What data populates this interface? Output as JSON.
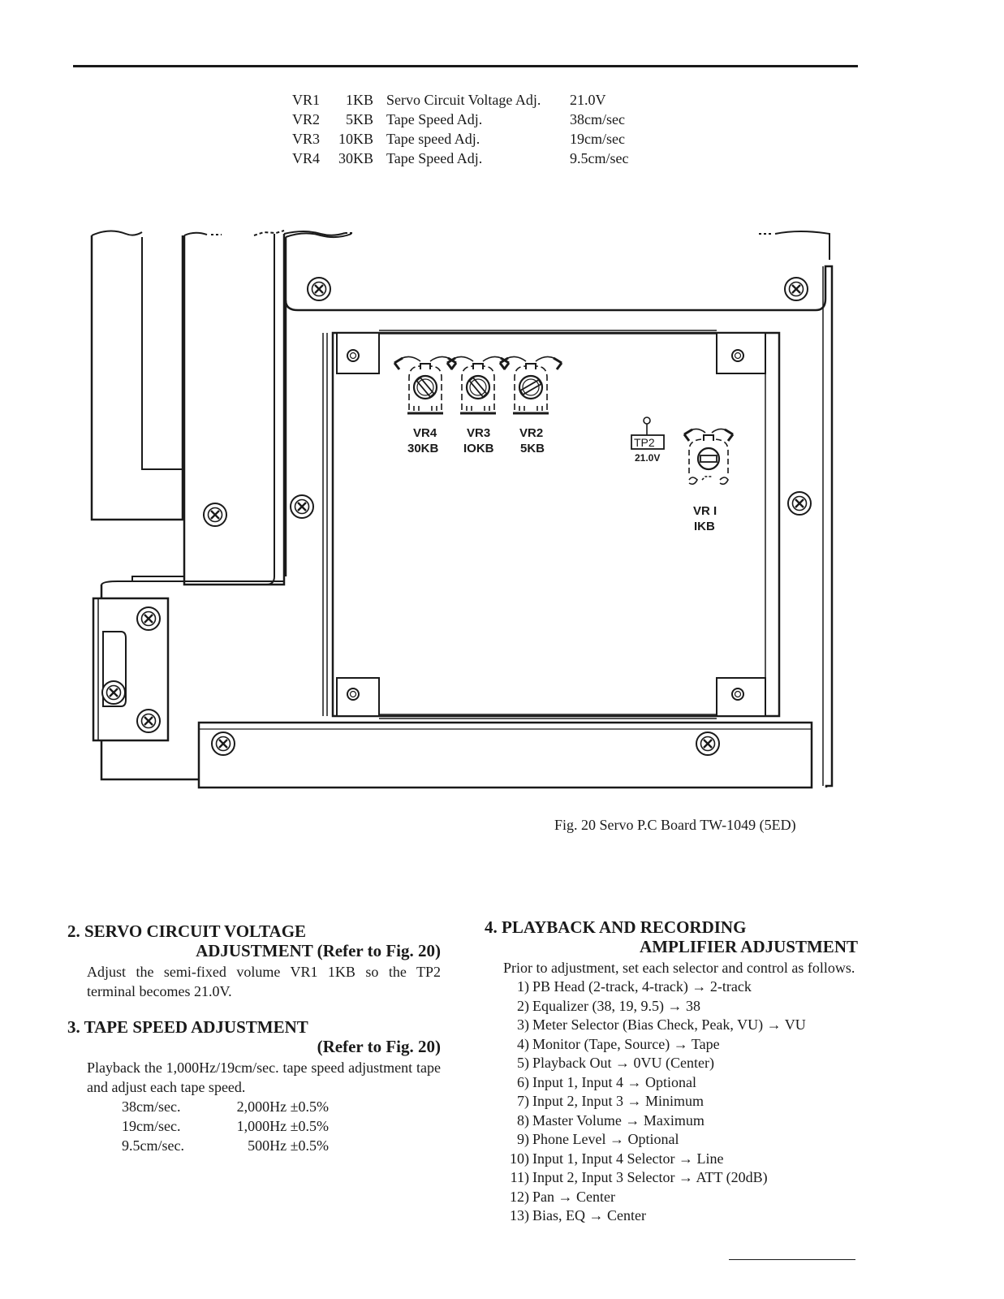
{
  "vr_table": [
    {
      "name": "VR1",
      "resistance": "1KB",
      "description": "Servo Circuit Voltage Adj.",
      "value": "21.0V"
    },
    {
      "name": "VR2",
      "resistance": "5KB",
      "description": "Tape Speed Adj.",
      "value": "38cm/sec"
    },
    {
      "name": "VR3",
      "resistance": "10KB",
      "description": "Tape speed Adj.",
      "value": "19cm/sec"
    },
    {
      "name": "VR4",
      "resistance": "30KB",
      "description": "Tape Speed Adj.",
      "value": "9.5cm/sec"
    }
  ],
  "figure": {
    "labels": {
      "vr4_name": "VR4",
      "vr4_value": "30KB",
      "vr3_name": "VR3",
      "vr3_value": "IOKB",
      "vr2_name": "VR2",
      "vr2_value": "5KB",
      "tp2": "TP2",
      "tp2_voltage": "21.0V",
      "vr1_name": "VR I",
      "vr1_value": "IKB"
    },
    "caption": "Fig. 20   Servo P.C Board  TW-1049 (5ED)"
  },
  "section2": {
    "heading_line1": "2. SERVO CIRCUIT VOLTAGE",
    "heading_line2": "ADJUSTMENT (Refer to Fig. 20)",
    "body": "Adjust the semi-fixed volume VR1 1KB so the TP2 terminal becomes 21.0V."
  },
  "section3": {
    "heading_line1": "3. TAPE SPEED ADJUSTMENT",
    "heading_line2": "(Refer to Fig. 20)",
    "body": "Playback the 1,000Hz/19cm/sec. tape speed adjustment tape and adjust each tape speed.",
    "speeds": [
      {
        "speed": "38cm/sec.",
        "frequency": "2,000Hz ±0.5%"
      },
      {
        "speed": "19cm/sec.",
        "frequency": "1,000Hz ±0.5%"
      },
      {
        "speed": "9.5cm/sec.",
        "frequency": "500Hz ±0.5%"
      }
    ]
  },
  "section4": {
    "heading_line1": "4. PLAYBACK AND RECORDING",
    "heading_line2": "AMPLIFIER ADJUSTMENT",
    "intro": "Prior to adjustment, set each selector and control as follows.",
    "items": [
      {
        "num": "1)",
        "text": "PB Head (2-track, 4-track) → 2-track"
      },
      {
        "num": "2)",
        "text": "Equalizer (38, 19, 9.5) → 38"
      },
      {
        "num": "3)",
        "text": "Meter Selector (Bias Check, Peak, VU) → VU"
      },
      {
        "num": "4)",
        "text": "Monitor (Tape, Source) → Tape"
      },
      {
        "num": "5)",
        "text": "Playback Out → 0VU (Center)"
      },
      {
        "num": "6)",
        "text": "Input 1, Input 4 → Optional"
      },
      {
        "num": "7)",
        "text": "Input 2, Input 3 → Minimum"
      },
      {
        "num": "8)",
        "text": "Master Volume → Maximum"
      },
      {
        "num": "9)",
        "text": "Phone Level → Optional"
      },
      {
        "num": "10)",
        "text": "Input 1, Input 4 Selector → Line"
      },
      {
        "num": "11)",
        "text": "Input 2, Input 3 Selector → ATT (20dB)"
      },
      {
        "num": "12)",
        "text": "Pan → Center"
      },
      {
        "num": "13)",
        "text": "Bias, EQ → Center"
      }
    ]
  }
}
